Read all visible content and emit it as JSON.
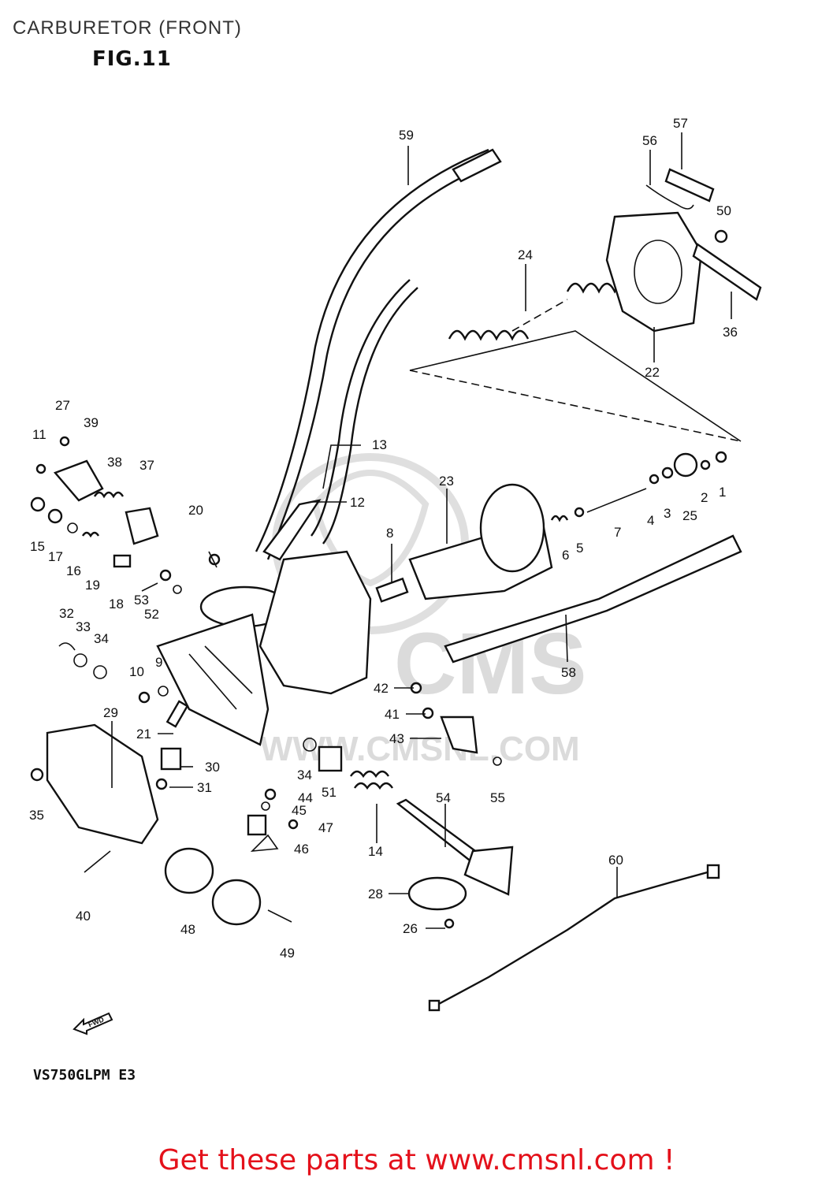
{
  "header": {
    "title": "CARBURETOR (FRONT)",
    "figure": "FIG.11"
  },
  "model_code": "VS750GLPM E3",
  "banner": "Get these parts at www.cmsnl.com !",
  "watermark": {
    "brand": "CMS",
    "url": "WWW.CMSNL.COM"
  },
  "fwd_label": "FWD",
  "callouts": [
    "59",
    "57",
    "56",
    "50",
    "24",
    "36",
    "22",
    "27",
    "39",
    "11",
    "38",
    "37",
    "13",
    "23",
    "12",
    "20",
    "8",
    "1",
    "2",
    "3",
    "25",
    "4",
    "7",
    "6",
    "5",
    "15",
    "17",
    "16",
    "19",
    "18",
    "53",
    "52",
    "32",
    "33",
    "34",
    "10",
    "9",
    "58",
    "42",
    "41",
    "43",
    "29",
    "21",
    "30",
    "31",
    "55",
    "34",
    "51",
    "54",
    "44",
    "45",
    "47",
    "46",
    "35",
    "14",
    "40",
    "28",
    "26",
    "60",
    "48",
    "49"
  ],
  "colors": {
    "line": "#111111",
    "banner": "#e4111b",
    "watermark": "#d8d8d8"
  }
}
